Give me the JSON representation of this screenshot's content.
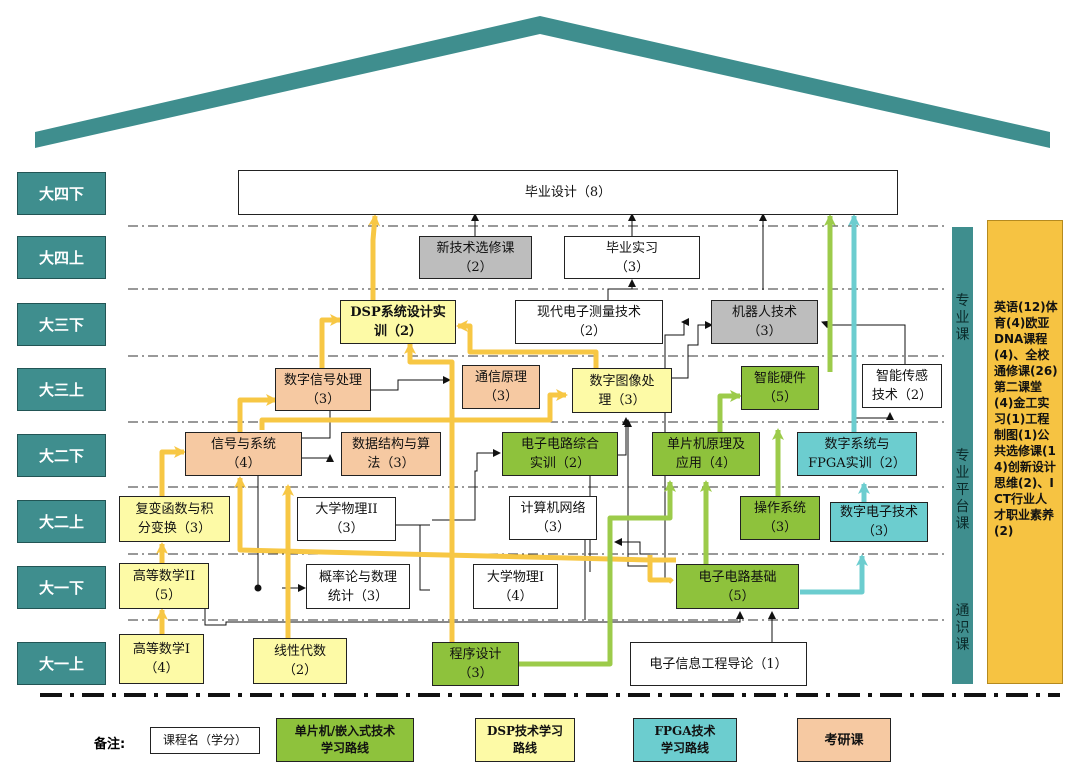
{
  "semesters": [
    "大四下",
    "大四上",
    "大三下",
    "大三上",
    "大二下",
    "大二上",
    "大一下",
    "大一上"
  ],
  "categories": {
    "major": "专业课",
    "platform": "专业平台课",
    "general": "通识课"
  },
  "general_courses_text": "英语(12)体育(4)欧亚DNA课程(4)、全校通修课(26)第二课堂(4)金工实习(1)工程制图(1)公共选修课(14)创新设计思维(2)、ICT行业人才职业素养(2)",
  "courses": {
    "graduation_design": "毕业设计（8）",
    "new_tech_elective": "新技术选修课\n（2）",
    "graduation_internship": "毕业实习\n（3）",
    "dsp_training": "DSP系统设计实\n训（2）",
    "modern_measurement": "现代电子测量技术\n（2）",
    "robotics": "机器人技术\n（3）",
    "digital_signal_processing": "数字信号处理\n（3）",
    "communication_principles": "通信原理\n（3）",
    "digital_image_processing": "数字图像处\n理（3）",
    "smart_hardware": "智能硬件\n（5）",
    "smart_sensing": "智能传感\n技术（2）",
    "signals_systems": "信号与系统\n（4）",
    "data_structures": "数据结构与算\n法（3）",
    "circuit_training": "电子电路综合\n实训（2）",
    "mcu_principles": "单片机原理及\n应用（4）",
    "digital_fpga_training": "数字系统与\nFPGA实训（2）",
    "complex_functions": "复变函数与积\n分变换（3）",
    "physics_2": "大学物理II\n（3）",
    "computer_networks": "计算机网络\n（3）",
    "operating_systems": "操作系统\n（3）",
    "digital_electronics": "数字电子技术\n（3）",
    "advanced_math_2": "高等数学II\n（5）",
    "probability": "概率论与数理\n统计（3）",
    "physics_1": "大学物理I\n（4）",
    "circuit_fundamentals": "电子电路基础\n（5）",
    "advanced_math_1": "高等数学I\n（4）",
    "linear_algebra": "线性代数\n（2）",
    "programming": "程序设计\n（3）",
    "intro_eie": "电子信息工程导论（1）"
  },
  "legend": {
    "note_label": "备注:",
    "course_credit": "课程名（学分）",
    "mcu_route": "单片机/嵌入式技术\n学习路线",
    "dsp_route": "DSP技术学习\n路线",
    "fpga_route": "FPGA技术\n学习路线",
    "postgrad": "考研课"
  },
  "colors": {
    "roof": "#3f8e8e",
    "semester_box": "#3f8e8e",
    "yellow_node": "#fdfaa6",
    "peach_node": "#f6c9a2",
    "green_node": "#8ec23c",
    "gray_node": "#bdbdbd",
    "teal_node": "#6ccdcf",
    "general_panel": "#f6c342",
    "dsp_route_line": "#f7c744",
    "mcu_route_line": "#9ccb4a",
    "fpga_route_line": "#6ccdcf"
  }
}
